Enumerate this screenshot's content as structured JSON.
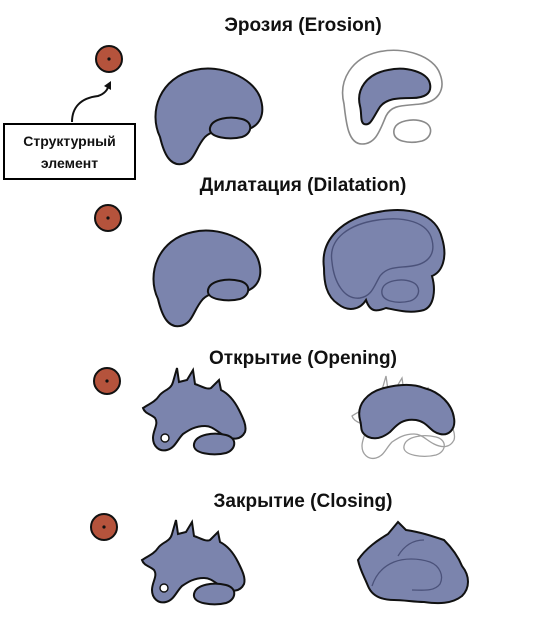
{
  "titles": {
    "erosion": "Эрозия (Erosion)",
    "dilatation": "Дилатация (Dilatation)",
    "opening": "Открытие (Opening)",
    "closing": "Закрытие (Closing)"
  },
  "callout": {
    "line1": "Структурный",
    "line2": "элемент"
  },
  "colors": {
    "shape_fill": "#7b84ad",
    "shape_stroke": "#111111",
    "ghost_stroke": "#9a9a9a",
    "element_fill": "#b5533c"
  }
}
